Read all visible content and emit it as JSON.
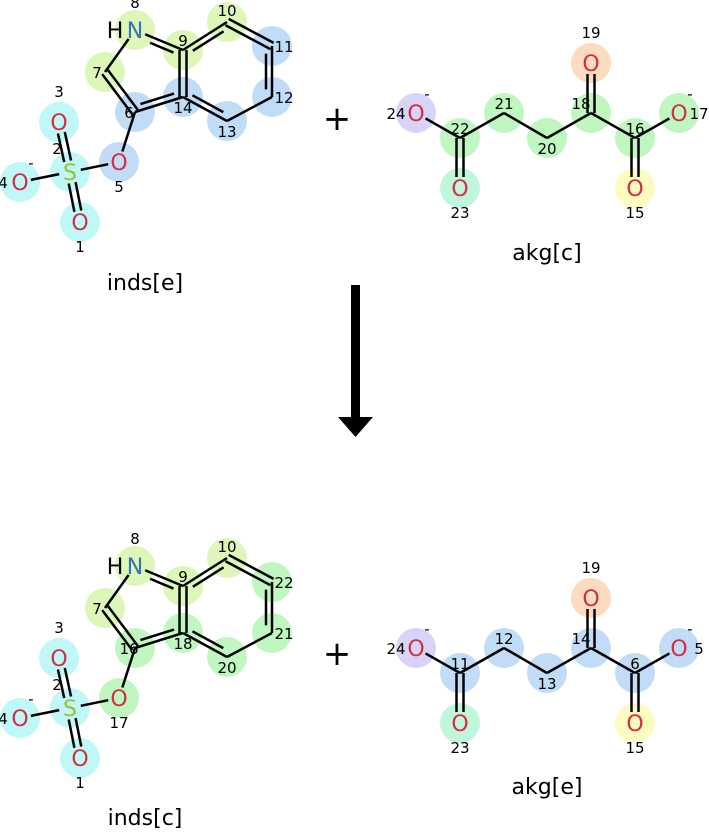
{
  "reaction": {
    "top": {
      "left": {
        "name": "inds[e]",
        "atoms": [
          {
            "num": "1",
            "symbol": "O",
            "color": "#c0f7f7"
          },
          {
            "num": "2",
            "symbol": "S",
            "color": "#c0f7f7"
          },
          {
            "num": "3",
            "symbol": "O",
            "color": "#c0f7f7"
          },
          {
            "num": "4",
            "symbol": "O",
            "charge": "-",
            "color": "#c0f7f7"
          },
          {
            "num": "5",
            "symbol": "O",
            "color": "#c0dcf7"
          },
          {
            "num": "6",
            "symbol": "C",
            "color": "#c0dcf7"
          },
          {
            "num": "7",
            "symbol": "C",
            "color": "#dcf7b8"
          },
          {
            "num": "8",
            "symbol": "N",
            "hydrogen": "H",
            "color": "#dcf7b8"
          },
          {
            "num": "9",
            "symbol": "C",
            "color": "#dcf7b8"
          },
          {
            "num": "10",
            "symbol": "C",
            "color": "#dcf7b8"
          },
          {
            "num": "11",
            "symbol": "C",
            "color": "#c0dcf7"
          },
          {
            "num": "12",
            "symbol": "C",
            "color": "#c0dcf7"
          },
          {
            "num": "13",
            "symbol": "C",
            "color": "#c0dcf7"
          },
          {
            "num": "14",
            "symbol": "C",
            "color": "#c0dcf7"
          }
        ]
      },
      "plus": "+",
      "right": {
        "name": "akg[c]",
        "atoms": [
          {
            "num": "24",
            "symbol": "O",
            "charge": "-",
            "color": "#d8d4f7"
          },
          {
            "num": "22",
            "symbol": "C",
            "color": "#c0f7c0"
          },
          {
            "num": "23",
            "symbol": "O",
            "color": "#c0f7dc"
          },
          {
            "num": "21",
            "symbol": "C",
            "color": "#c0f7c0"
          },
          {
            "num": "20",
            "symbol": "C",
            "color": "#c0f7c0"
          },
          {
            "num": "18",
            "symbol": "C",
            "color": "#c0f7c0"
          },
          {
            "num": "19",
            "symbol": "O",
            "color": "#fcdcc0"
          },
          {
            "num": "16",
            "symbol": "C",
            "color": "#c0f7c0"
          },
          {
            "num": "15",
            "symbol": "O",
            "color": "#fcfcc0"
          },
          {
            "num": "17",
            "symbol": "O",
            "charge": "-",
            "color": "#c0f7c0"
          }
        ]
      }
    },
    "bottom": {
      "left": {
        "name": "inds[c]",
        "atoms": [
          {
            "num": "1",
            "symbol": "O",
            "color": "#c0f7f7"
          },
          {
            "num": "2",
            "symbol": "S",
            "color": "#c0f7f7"
          },
          {
            "num": "3",
            "symbol": "O",
            "color": "#c0f7f7"
          },
          {
            "num": "4",
            "symbol": "O",
            "charge": "-",
            "color": "#c0f7f7"
          },
          {
            "num": "17",
            "symbol": "O",
            "color": "#c0f7c0"
          },
          {
            "num": "16",
            "symbol": "C",
            "color": "#c0f7c0"
          },
          {
            "num": "7",
            "symbol": "C",
            "color": "#dcf7b8"
          },
          {
            "num": "8",
            "symbol": "N",
            "hydrogen": "H",
            "color": "#dcf7b8"
          },
          {
            "num": "9",
            "symbol": "C",
            "color": "#dcf7b8"
          },
          {
            "num": "10",
            "symbol": "C",
            "color": "#dcf7b8"
          },
          {
            "num": "22",
            "symbol": "C",
            "color": "#c0f7c0"
          },
          {
            "num": "21",
            "symbol": "C",
            "color": "#c0f7c0"
          },
          {
            "num": "20",
            "symbol": "C",
            "color": "#c0f7c0"
          },
          {
            "num": "18",
            "symbol": "C",
            "color": "#c0f7c0"
          }
        ]
      },
      "plus": "+",
      "right": {
        "name": "akg[e]",
        "atoms": [
          {
            "num": "24",
            "symbol": "O",
            "charge": "-",
            "color": "#d8d4f7"
          },
          {
            "num": "11",
            "symbol": "C",
            "color": "#c0dcf7"
          },
          {
            "num": "23",
            "symbol": "O",
            "color": "#c0f7dc"
          },
          {
            "num": "12",
            "symbol": "C",
            "color": "#c0dcf7"
          },
          {
            "num": "13",
            "symbol": "C",
            "color": "#c0dcf7"
          },
          {
            "num": "14",
            "symbol": "C",
            "color": "#c0dcf7"
          },
          {
            "num": "19",
            "symbol": "O",
            "color": "#fcdcc0"
          },
          {
            "num": "6",
            "symbol": "C",
            "color": "#c0dcf7"
          },
          {
            "num": "15",
            "symbol": "O",
            "color": "#fcfcc0"
          },
          {
            "num": "5",
            "symbol": "O",
            "charge": "-",
            "color": "#c0dcf7"
          }
        ]
      }
    }
  },
  "colors": {
    "oxygen": "#d03040",
    "nitrogen": "#3a6fb8",
    "sulfur": "#9ac03a",
    "bond": "#000000"
  }
}
